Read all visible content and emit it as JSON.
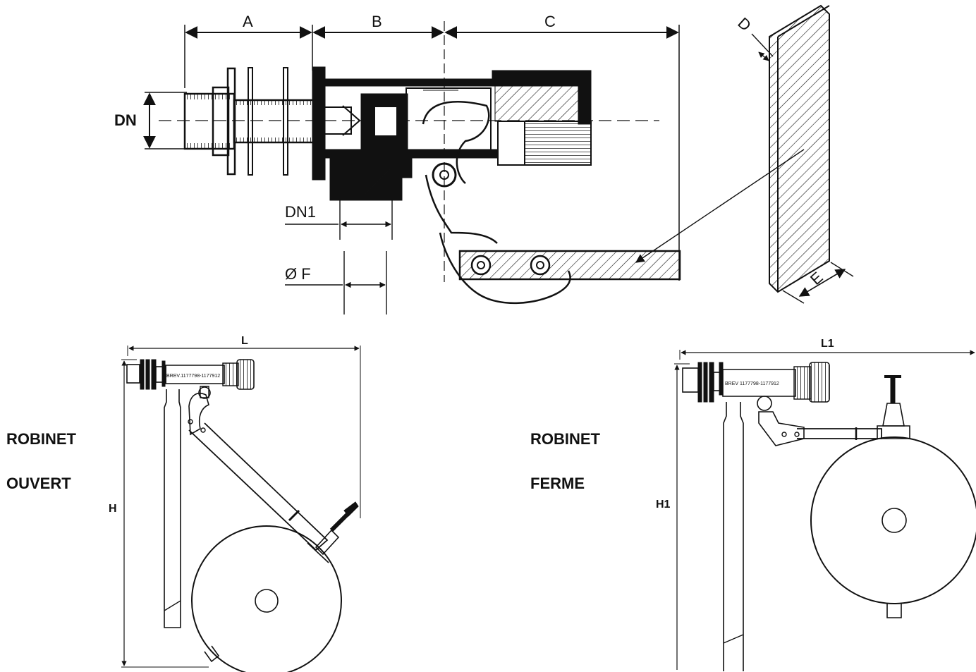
{
  "dimensions": {
    "a": "A",
    "b": "B",
    "c": "C",
    "d": "D",
    "e": "E",
    "dn": "DN",
    "dn1": "DN1",
    "phi_f": "Ø F",
    "l": "L",
    "l1": "L1",
    "h": "H",
    "h1": "H1"
  },
  "left_state": {
    "line1": "ROBINET",
    "line2": "OUVERT"
  },
  "right_state": {
    "line1": "ROBINET",
    "line2": "FERME"
  },
  "stamps": {
    "left": "BREV.1177798-1177912",
    "right": "BREV 1177798-1177912"
  },
  "colors": {
    "ink": "#111111",
    "background": "#ffffff"
  }
}
